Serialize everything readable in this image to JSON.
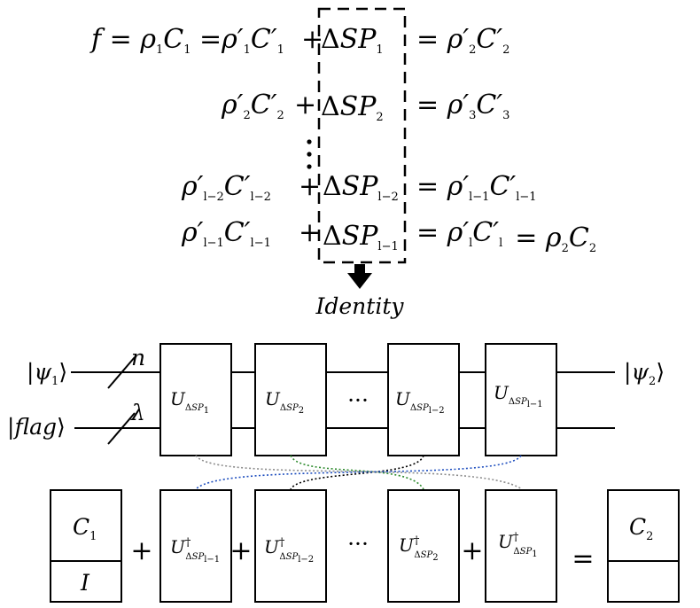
{
  "equations": {
    "row1": {
      "lhs": "f = ρ₁C₁ = ρ′₁C′₁",
      "plus": "+",
      "delta": "ΔSP₁",
      "rhs": "= ρ′₂C′₂"
    },
    "row2": {
      "lhs": "ρ′₂C′₂",
      "plus": "+",
      "delta": "ΔSP₂",
      "rhs": "= ρ′₃C′₃"
    },
    "row3": {
      "lhs": "ρ′ₗ₋₂C′ₗ₋₂",
      "plus": "+",
      "delta": "ΔSPₗ₋₂",
      "rhs": "= ρ′ₗ₋₁C′ₗ₋₁"
    },
    "row4": {
      "lhs": "ρ′ₗ₋₁C′ₗ₋₁",
      "plus": "+",
      "delta": "ΔSPₗ₋₁",
      "rhs": "= ρ′ₗC′ₗ = ρ₂C₂"
    },
    "box_label": "Identity"
  },
  "circuit": {
    "input_state": "|ψ₁⟩",
    "flag_state": "|flag⟩",
    "output_state": "|ψ₂⟩",
    "wire_n_label": "n",
    "wire_lambda_label": "λ",
    "gates": [
      "U_ΔSP₁",
      "U_ΔSP₂",
      "…",
      "U_ΔSPₗ₋₂",
      "U_ΔSPₗ₋₁"
    ]
  },
  "matrix_row": {
    "left_top": "C₁",
    "left_bottom": "I",
    "daggers": [
      "U†_ΔSPₗ₋₁",
      "U†_ΔSPₗ₋₂",
      "…",
      "U†_ΔSP₂",
      "U†_ΔSP₁"
    ],
    "plus": "+",
    "equals": "=",
    "result_top": "C₂",
    "result_bottom": ""
  },
  "colors": {
    "gray_link": "#8c8c8c",
    "green_link": "#2e8b2e",
    "black_link": "#000000",
    "blue_link": "#1f4fbf"
  }
}
